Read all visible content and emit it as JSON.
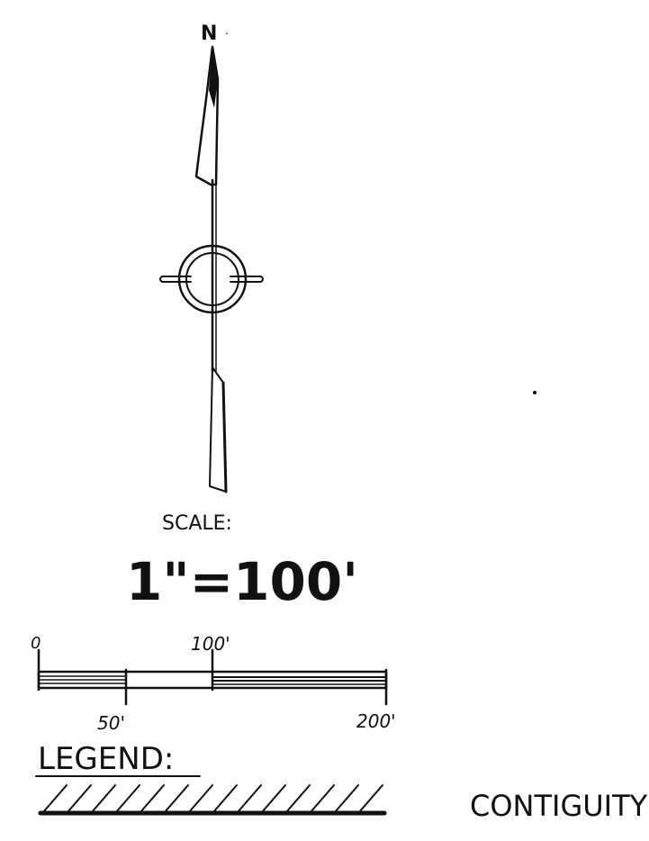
{
  "north_arrow": {
    "label": "N"
  },
  "scale": {
    "heading": "SCALE:",
    "ratio": "1\"=100'",
    "bar_ticks": {
      "top": [
        "0",
        "100'"
      ],
      "bottom": [
        "50'",
        "200'"
      ]
    },
    "bar_max_feet": 200,
    "segments_feet": [
      0,
      50,
      100,
      200
    ]
  },
  "legend": {
    "heading": "LEGEND:",
    "items": [
      {
        "label": "CONTIGUITY",
        "pattern": "diagonal-hatch-over-thick-line"
      }
    ]
  },
  "colors": {
    "ink": "#111111",
    "paper": "#ffffff"
  }
}
